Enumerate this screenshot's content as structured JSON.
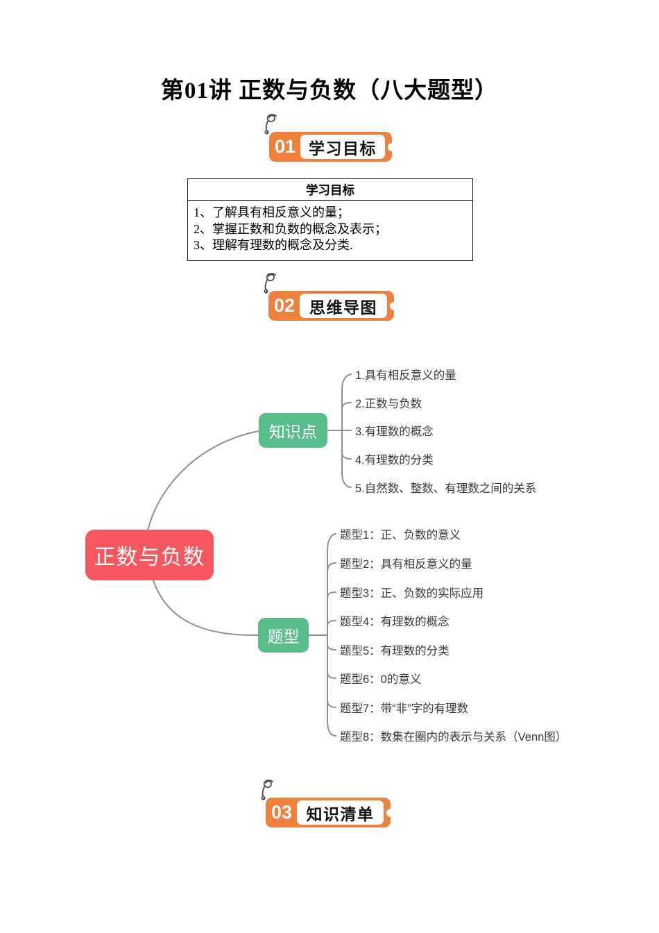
{
  "page_title": "第01讲 正数与负数（八大题型）",
  "section_badges": [
    {
      "number": "01",
      "label": "学习目标"
    },
    {
      "number": "02",
      "label": "思维导图"
    },
    {
      "number": "03",
      "label": "知识清单"
    }
  ],
  "objectives_table": {
    "header": "学习目标",
    "items": [
      "1、了解具有相反意义的量；",
      "2、掌握正数和负数的概念及表示；",
      "3、理解有理数的概念及分类."
    ]
  },
  "mindmap": {
    "root": "正数与负数",
    "branches": [
      {
        "label": "知识点",
        "children": [
          "1.具有相反意义的量",
          "2.正数与负数",
          "3.有理数的概念",
          "4.有理数的分类",
          "5.自然数、整数、有理数之间的关系"
        ]
      },
      {
        "label": "题型",
        "children": [
          "题型1：正、负数的意义",
          "题型2：具有相反意义的量",
          "题型3：正、负数的实际应用",
          "题型4：有理数的概念",
          "题型5：有理数的分类",
          "题型6：0的意义",
          "题型7：带“非”字的有理数",
          "题型8：数集在圈内的表示与关系（Venn图）"
        ]
      }
    ]
  },
  "colors": {
    "badge_orange": "#ef813e",
    "root_red": "#f4585e",
    "branch_green": "#58bd8a",
    "connector_gray": "#909090"
  }
}
